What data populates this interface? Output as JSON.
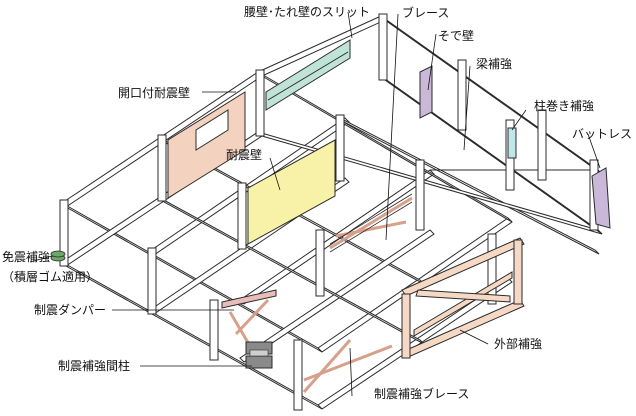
{
  "labels": {
    "waist_wall_slit": "腰壁･たれ壁のスリット",
    "brace": "ブレース",
    "wing_wall": "そで壁",
    "beam_reinforcement": "梁補強",
    "opening_shear_wall": "開口付耐震壁",
    "column_wrapping": "柱巻き補強",
    "shear_wall": "耐震壁",
    "buttress": "バットレス",
    "seismic_isolation_line1": "免震補強",
    "seismic_isolation_line2": "（積層ゴム適用）",
    "damper": "制震ダンパー",
    "damping_stud": "制震補強間柱",
    "external_reinforcement": "外部補強",
    "damping_brace": "制震補強ブレース"
  },
  "colors": {
    "frame_stroke": "#2b2b2b",
    "frame_fill": "#ffffff",
    "slit_fill": "#bfe3d6",
    "wing_wall_fill": "#c9b8d8",
    "opening_wall_fill": "#f3d2bf",
    "shear_wall_fill": "#f7f2a8",
    "buttress_fill": "#c9b8d8",
    "column_wrap_fill": "#bfe6ea",
    "brace_stroke": "#d7a08a",
    "external_fill": "#f6d9c4",
    "damper_fill": "#e7bdb9",
    "isolator_fill": "#6aa86a"
  }
}
